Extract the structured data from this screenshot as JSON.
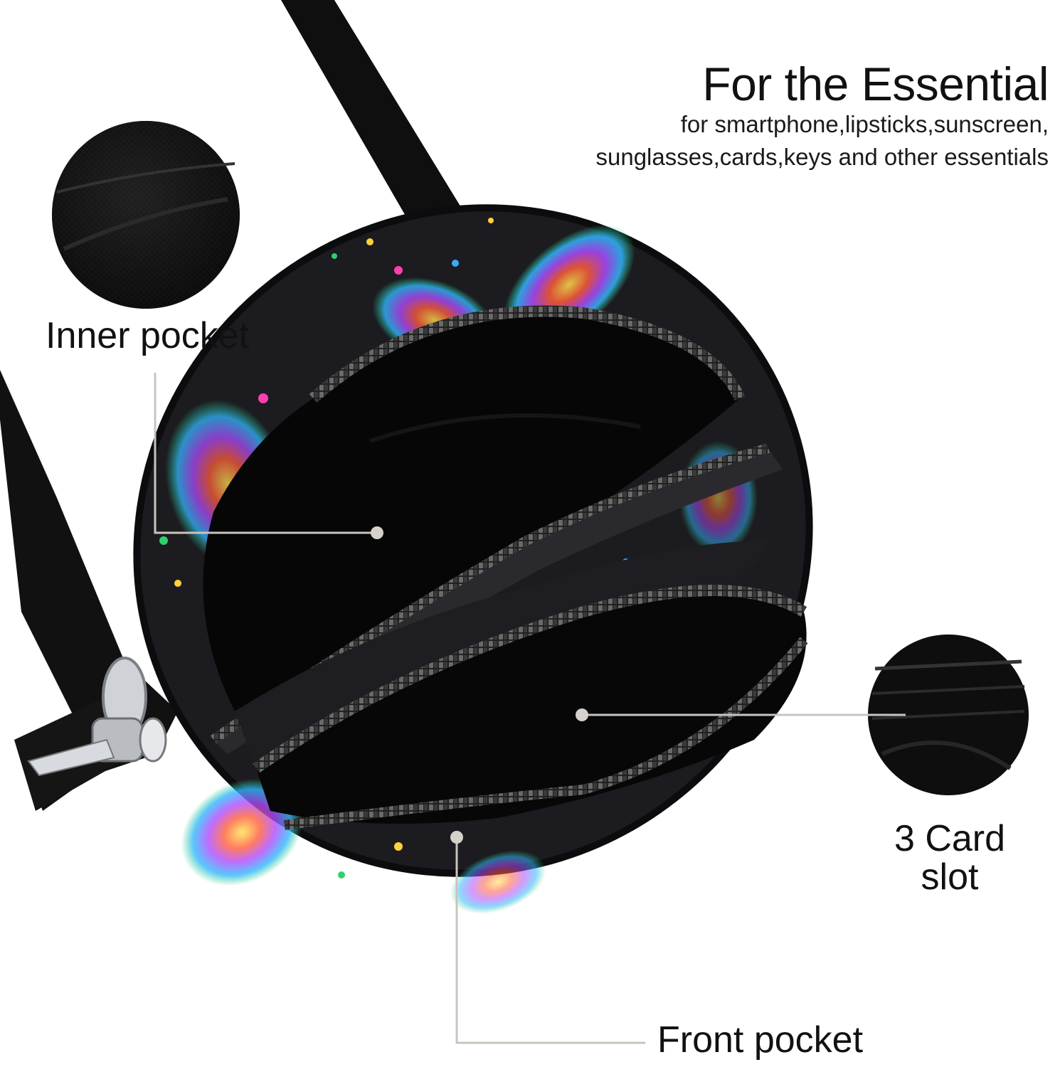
{
  "header": {
    "title": "For the Essential",
    "subtitle_line1": "for smartphone,lipsticks,sunscreen,",
    "subtitle_line2": "sunglasses,cards,keys and other essentials"
  },
  "callouts": {
    "inner_pocket": "Inner pocket",
    "card_slot_line1": "3 Card",
    "card_slot_line2": "slot",
    "front_pocket": "Front pocket"
  },
  "colors": {
    "bag_body": "#1c1b20",
    "strap": "#101010",
    "leader_line": "#c9c4bd",
    "print_accents": [
      "#a44dff",
      "#ff5b3a",
      "#2fd16e",
      "#3aa8ff",
      "#ffd23a",
      "#ff3fb0"
    ]
  }
}
